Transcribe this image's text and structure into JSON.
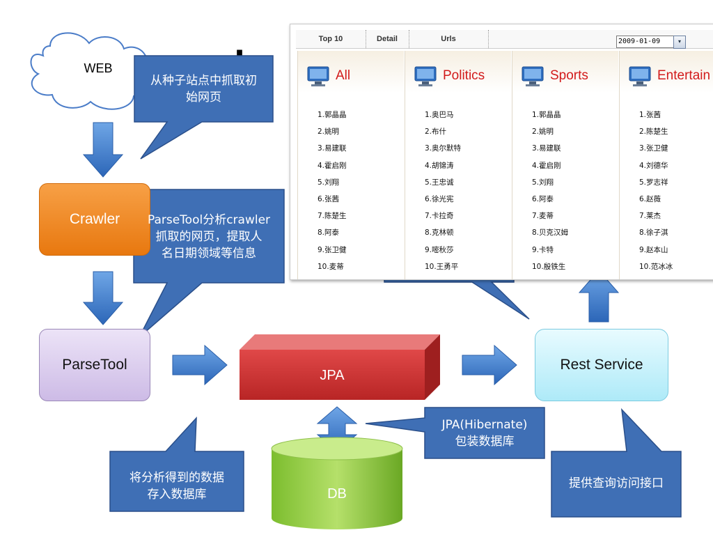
{
  "title_fragment": "ol",
  "nodes": {
    "web": "WEB",
    "crawler": "Crawler",
    "parsetool": "ParseTool",
    "jpa": "JPA",
    "db": "DB",
    "rest": "Rest  Service"
  },
  "callouts": {
    "crawl": [
      "从种子站点中抓取初",
      "始网页"
    ],
    "parse": [
      "ParseTool分析crawler",
      "抓取的网页，提取人",
      "名日期领域等信息"
    ],
    "jpa": [
      "JPA(Hibernate)",
      "包装数据库"
    ],
    "store": [
      "将分析得到的数据",
      "存入数据库"
    ],
    "rest": [
      "提供查询访问接口"
    ]
  },
  "colors": {
    "callout": "#3f6fb5",
    "arrow": "#3b78c8",
    "crawler": "#f08a24",
    "parsetool": "#ddd0ef",
    "jpa": "#d23a3a",
    "db": "#8ccf3c",
    "rest": "#c9f2fb"
  },
  "screenshot": {
    "tabs": [
      "Top 10",
      "Detail",
      "Urls"
    ],
    "date": "2009-01-09",
    "columns": [
      {
        "title": "All",
        "names": [
          "1.郭晶晶",
          "2.姚明",
          "3.易建联",
          "4.霍启刚",
          "5.刘翔",
          "6.张茜",
          "7.陈楚生",
          "8.阿泰",
          "9.张卫健",
          "10.麦蒂"
        ]
      },
      {
        "title": "Politics",
        "names": [
          "1.奥巴马",
          "2.布什",
          "3.奥尔默特",
          "4.胡锦涛",
          "5.王忠诚",
          "6.徐光宪",
          "7.卡拉奇",
          "8.克林顿",
          "9.嘧秋莎",
          "10.王勇平"
        ]
      },
      {
        "title": "Sports",
        "names": [
          "1.郭晶晶",
          "2.姚明",
          "3.易建联",
          "4.霍启刚",
          "5.刘翔",
          "6.阿泰",
          "7.麦蒂",
          "8.贝克汉姆",
          "9.卡特",
          "10.殷铁生"
        ]
      },
      {
        "title": "Entertain",
        "names": [
          "1.张茜",
          "2.陈楚生",
          "3.张卫健",
          "4.刘德华",
          "5.罗志祥",
          "6.赵薇",
          "7.莱杰",
          "8.徐子淇",
          "9.赵本山",
          "10.范冰冰"
        ]
      }
    ]
  }
}
